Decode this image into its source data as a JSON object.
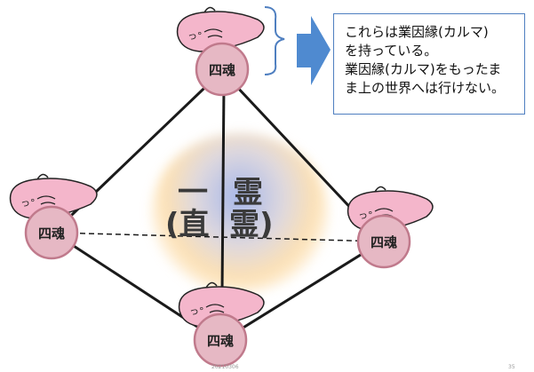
{
  "nodes": {
    "top": "四魂",
    "left": "四魂",
    "right": "四魂",
    "bottom": "四魂"
  },
  "center": {
    "top_left": "一",
    "top_right": "霊",
    "bottom_left": "(直",
    "bottom_right": "霊)"
  },
  "callout": {
    "line1": "これらは業因縁(カルマ)",
    "line2": "を持っている。",
    "line3": "業因縁(カルマ)をもったま",
    "line4": "ま上の世界へは行けない。"
  },
  "footer": {
    "date": "20210306",
    "page": "35"
  },
  "colors": {
    "node_fill": "#e6b8c4",
    "node_stroke": "#c07a8c",
    "spirit_fill": "#f4b6cb",
    "arrow_fill": "#4f8ad0",
    "brace": "#4f7fc0",
    "line": "#1a1a1a"
  }
}
